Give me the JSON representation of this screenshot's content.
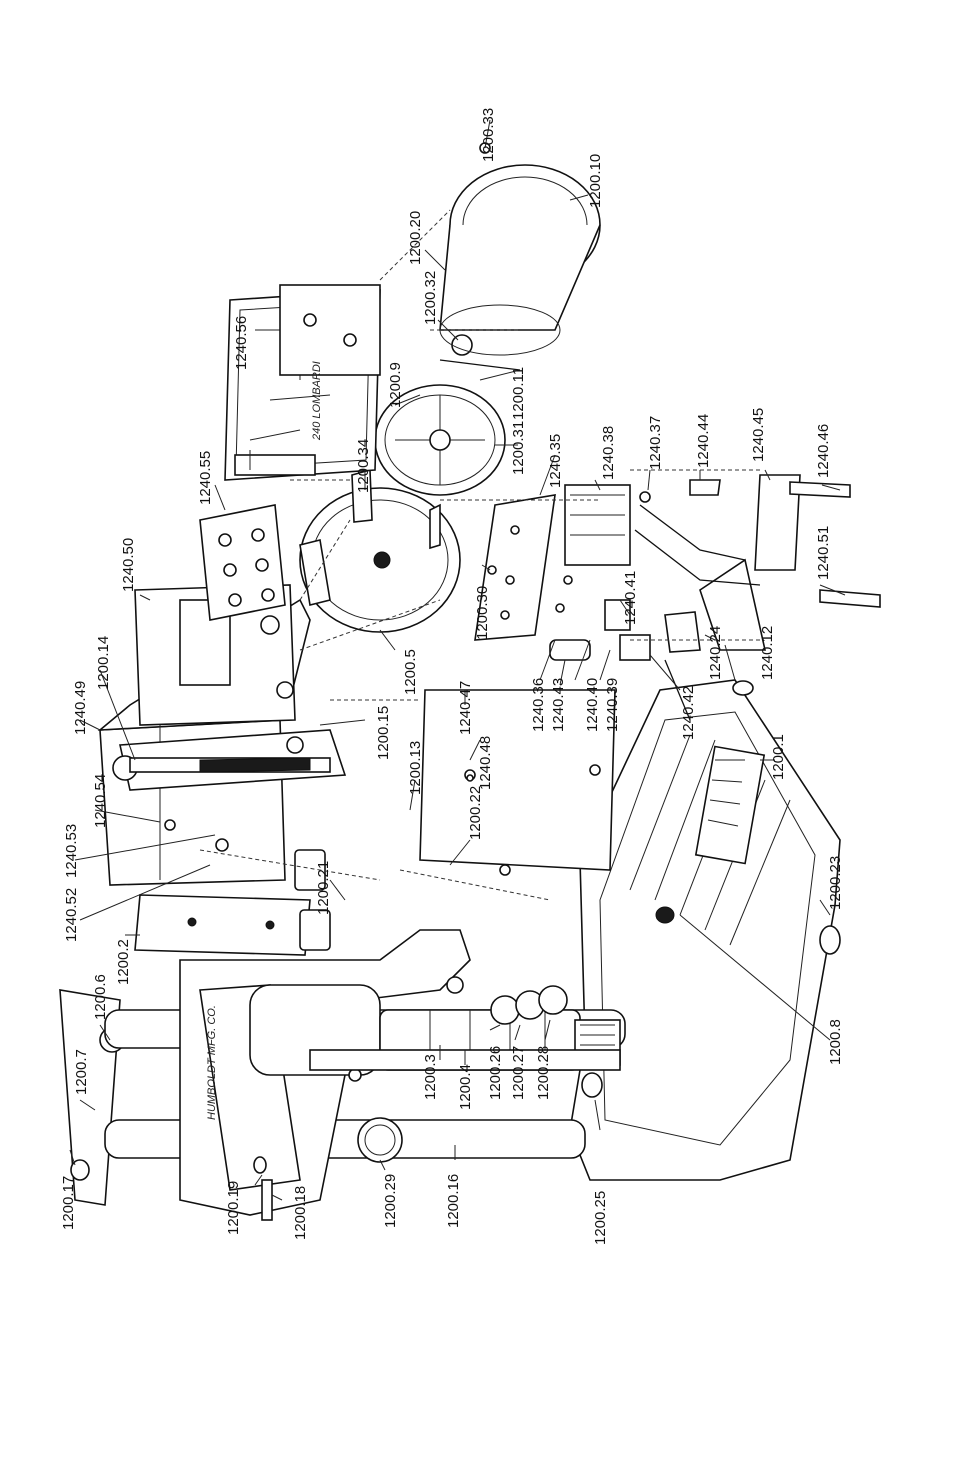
{
  "callouts": {
    "c1200_33": "1200.33",
    "c1200_10": "1200.10",
    "c1200_20": "1200.20",
    "c1200_32": "1200.32",
    "c1200_9": "1200.9",
    "c1200_11": "1200.11",
    "c1200_31": "1200.31",
    "c1240_35": "1240.35",
    "c1240_38": "1240.38",
    "c1240_37": "1240.37",
    "c1240_44": "1240.44",
    "c1240_45": "1240.45",
    "c1240_46": "1240.46",
    "c1240_51": "1240.51",
    "c1240_56": "1240.56",
    "c1200_34": "1200.34",
    "c1240_55": "1240.55",
    "c1240_50": "1240.50",
    "c1200_30": "1200.30",
    "c1200_5": "1200.5",
    "c1240_41": "1240.41",
    "c1240_12": "1240.12",
    "c1240_24": "1240.24",
    "c1240_42": "1240.42",
    "c1240_39": "1240.39",
    "c1240_40": "1240.40",
    "c1240_43": "1240.43",
    "c1240_36": "1240.36",
    "c1240_47": "1240.47",
    "c1240_48": "1240.48",
    "c1200_14": "1200.14",
    "c1240_49": "1240.49",
    "c1200_15": "1200.15",
    "c1200_13": "1200.13",
    "c1200_22": "1200.22",
    "c1200_21": "1200.21",
    "c1240_54": "1240.54",
    "c1240_53": "1240.53",
    "c1240_52": "1240.52",
    "c1200_1": "1200.1",
    "c1200_23": "1200.23",
    "c1200_8": "1200.8",
    "c1200_2": "1200.2",
    "c1200_6": "1200.6",
    "c1200_7": "1200.7",
    "c1200_17": "1200.17",
    "c1200_26": "1200.26",
    "c1200_27": "1200.27",
    "c1200_28": "1200.28",
    "c1200_3": "1200.3",
    "c1200_4": "1200.4",
    "c1200_29": "1200.29",
    "c1200_16": "1200.16",
    "c1200_19": "1200.19",
    "c1200_18": "1200.18",
    "c1200_25": "1200.25"
  },
  "stamps": {
    "maker": "HUMBOLDT MFG. CO.",
    "counter": "240 LOMBARDI"
  }
}
